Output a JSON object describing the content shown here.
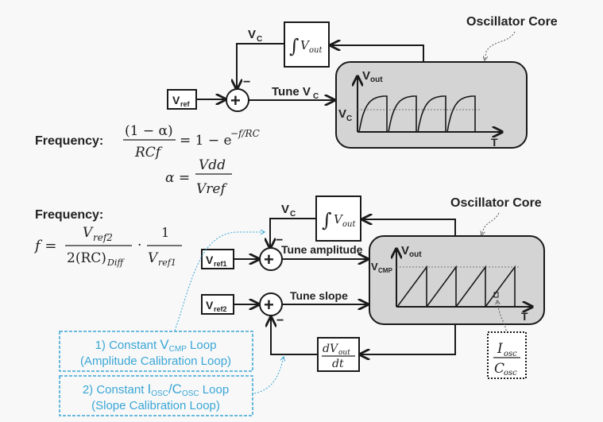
{
  "colors": {
    "line": "#1a1a1a",
    "core_fill": "#d4d4d4",
    "loop_box": "#3aa6d6",
    "background": "#f8f8f8"
  },
  "top": {
    "core_title": "Oscillator Core",
    "vc_label": "V",
    "vc_sub": "C",
    "integrator": {
      "symbol": "∫",
      "v": "V",
      "sub": "out"
    },
    "vref": {
      "v": "V",
      "sub": "ref"
    },
    "minus": "−",
    "plus": "+",
    "tune_label": "Tune V",
    "tune_sub": "C",
    "plot": {
      "y_label": "V",
      "y_sub": "out",
      "x_label": "T",
      "level_label": "V",
      "level_sub": "C",
      "cycles": 4,
      "waveform": "charging-exponential"
    }
  },
  "formula1": {
    "heading": "Frequency:",
    "num": "(1 − α)",
    "den": "RCf",
    "rhs": "= 1 − e",
    "exp": "−f/RC",
    "alpha_lhs": "α =",
    "alpha_num": "Vdd",
    "alpha_den": "Vref"
  },
  "formula2": {
    "heading": "Frequency:",
    "lhs": "f =",
    "num1": "V",
    "num1_sub": "ref2",
    "den1": "2(RC)",
    "den1_sub": "Diff",
    "dot": "·",
    "num2": "1",
    "den2": "V",
    "den2_sub": "ref1"
  },
  "bottom": {
    "core_title": "Oscillator Core",
    "vc_label": "V",
    "vc_sub": "C",
    "integrator": {
      "symbol": "∫",
      "v": "V",
      "sub": "out"
    },
    "vref1": {
      "v": "V",
      "sub": "ref1"
    },
    "vref2": {
      "v": "V",
      "sub": "ref2"
    },
    "minus": "−",
    "plus": "+",
    "tune_amplitude": "Tune amplitude",
    "tune_slope": "Tune slope",
    "derivative": {
      "num": "dV",
      "num_sub": "out",
      "den": "dt"
    },
    "plot": {
      "y_label": "V",
      "y_sub": "out",
      "x_label": "T",
      "level_label": "V",
      "level_sub": "CMP",
      "cycles": 4,
      "waveform": "sawtooth"
    },
    "slope_annotation": {
      "num": "I",
      "num_sub": "osc",
      "den": "C",
      "den_sub": "osc"
    }
  },
  "loops": [
    {
      "line1_pre": "1) Constant ",
      "line1_v": "V",
      "line1_sub": "CMP",
      "line1_post": " Loop",
      "line2": "(Amplitude Calibration Loop)"
    },
    {
      "line1_pre": "2) Constant ",
      "line1_v": "I",
      "line1_sub": "OSC",
      "line1_mid": "/C",
      "line1_sub2": "OSC",
      "line1_post": " Loop",
      "line2": "(Slope Calibration Loop)"
    }
  ]
}
